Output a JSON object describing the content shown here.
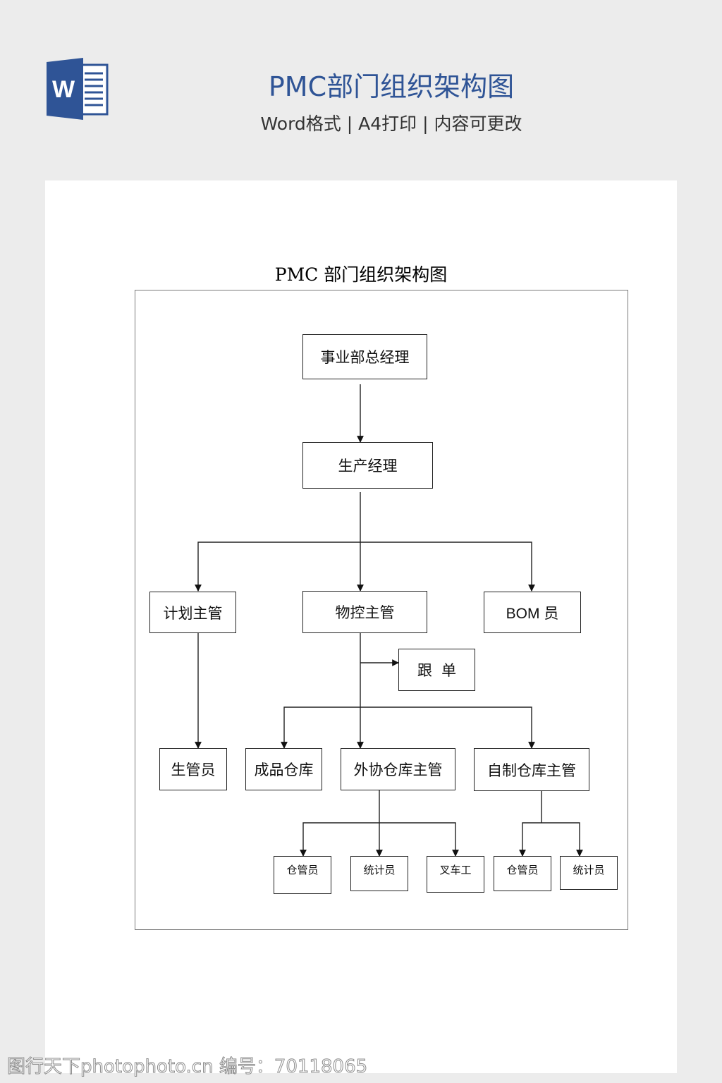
{
  "header": {
    "app_icon": "word-icon",
    "title": "PMC部门组织架构图",
    "subtitle": "Word格式 | A4打印 | 内容可更改",
    "accent_color": "#2f5496"
  },
  "document": {
    "title": "PMC 部门组织架构图",
    "org_chart": {
      "nodes": [
        {
          "id": "gm",
          "label": "事业部总经理",
          "parent": null
        },
        {
          "id": "pm",
          "label": "生产经理",
          "parent": "gm"
        },
        {
          "id": "plan",
          "label": "计划主管",
          "parent": "pm"
        },
        {
          "id": "mc",
          "label": "物控主管",
          "parent": "pm"
        },
        {
          "id": "bom",
          "label": "BOM 员",
          "parent": "pm"
        },
        {
          "id": "follow",
          "label": "跟  单",
          "parent": "mc"
        },
        {
          "id": "prod_clerk",
          "label": "生管员",
          "parent": "plan"
        },
        {
          "id": "fg_wh",
          "label": "成品仓库",
          "parent": "mc"
        },
        {
          "id": "out_wh",
          "label": "外协仓库主管",
          "parent": "mc"
        },
        {
          "id": "self_wh",
          "label": "自制仓库主管",
          "parent": "mc"
        },
        {
          "id": "out_keeper",
          "label": "仓管员",
          "parent": "out_wh"
        },
        {
          "id": "out_stat",
          "label": "统计员",
          "parent": "out_wh"
        },
        {
          "id": "forklift",
          "label": "叉车工",
          "parent": "out_wh"
        },
        {
          "id": "self_keeper",
          "label": "仓管员",
          "parent": "self_wh"
        },
        {
          "id": "self_stat",
          "label": "统计员",
          "parent": "self_wh"
        }
      ]
    }
  },
  "watermark": "图行天下photophoto.cn 编号：70118065"
}
